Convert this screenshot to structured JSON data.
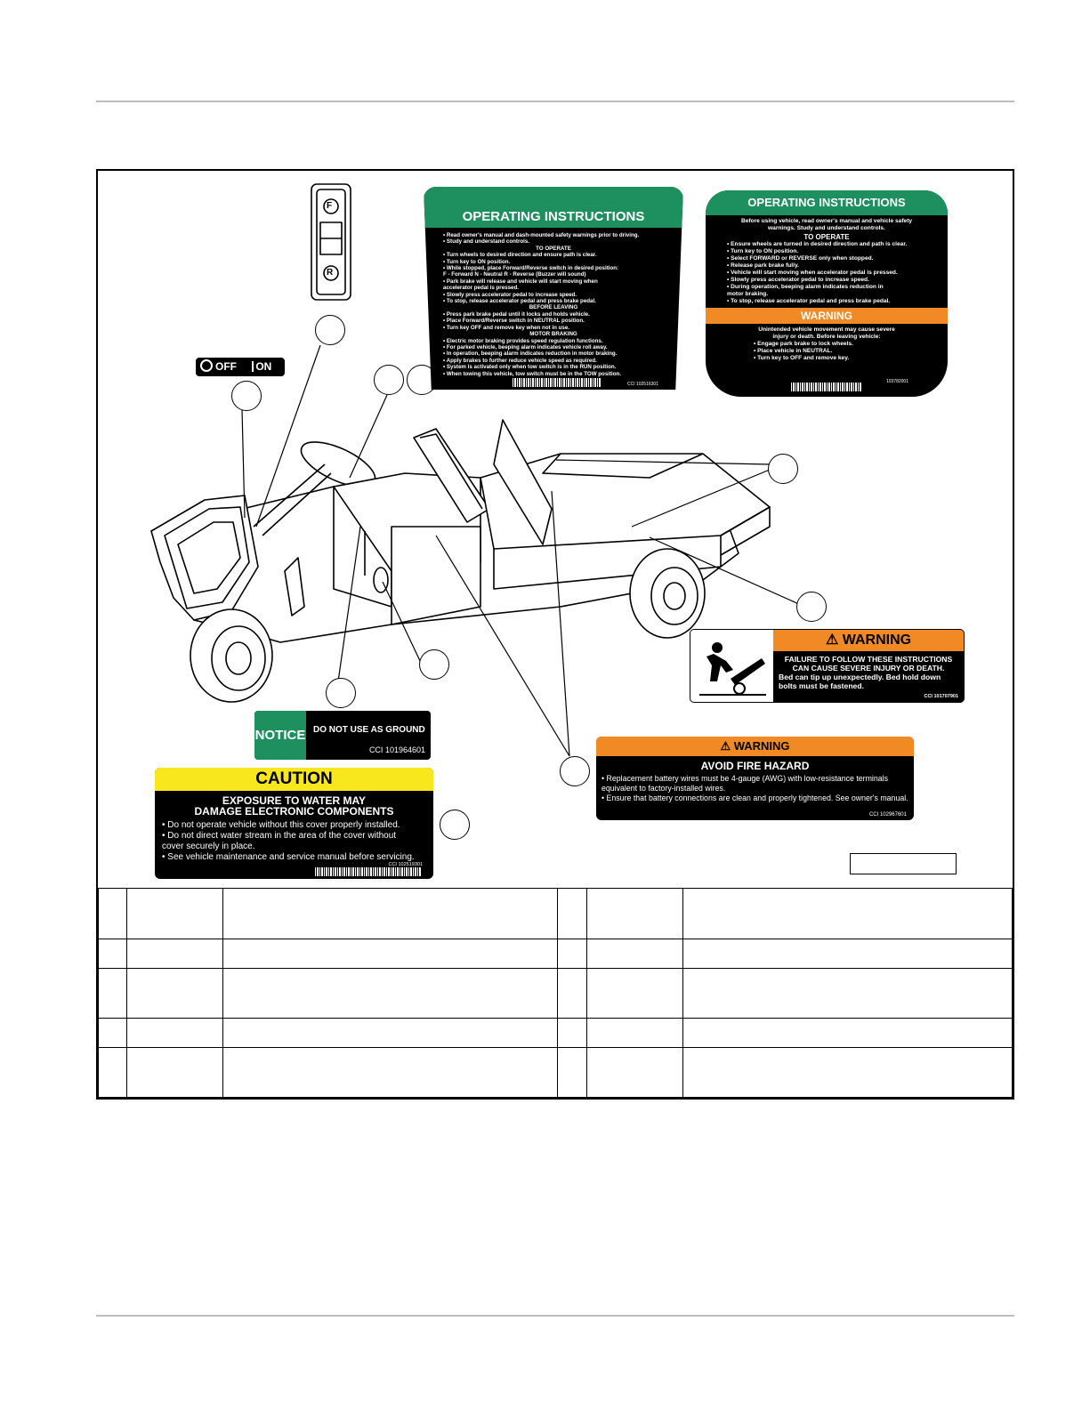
{
  "decals": {
    "offon": {
      "off": "OFF",
      "on": "ON"
    },
    "op1": {
      "title": "OPERATING INSTRUCTIONS",
      "lines": [
        "•  Read owner's manual and dash-mounted safety warnings prior to driving.",
        "•  Study and understand controls.",
        "TO OPERATE",
        "•  Turn wheels to desired direction and ensure path is clear.",
        "•  Turn key to ON position.",
        "•  While stopped, place Forward/Reverse switch in desired position:",
        "F - Forward     N - Neutral     R - Reverse (Buzzer will sound)",
        "•  Park brake will release and vehicle will start moving when",
        "   accelerator pedal is pressed.",
        "•  Slowly press accelerator pedal to increase speed.",
        "•  To stop, release accelerator pedal and press brake pedal.",
        "BEFORE LEAVING",
        "•  Press park brake pedal until it locks and holds vehicle.",
        "•  Place Forward/Reverse switch in NEUTRAL position.",
        "•  Turn key OFF and remove key when not in use.",
        "MOTOR BRAKING",
        "•  Electric motor braking provides speed regulation functions.",
        "•  For parked vehicle, beeping alarm indicates vehicle roll away.",
        "•  In operation, beeping alarm indicates reduction in motor braking.",
        "•  Apply brakes to further reduce vehicle speed as required.",
        "•  System is activated only when tow switch is in the RUN position.",
        "•  When towing this vehicle, tow switch must be in the TOW position."
      ],
      "code": "CCI 102516301"
    },
    "op2": {
      "title": "OPERATING INSTRUCTIONS",
      "intro": "Before using vehicle, read owner's manual and vehicle safety warnings. Study and understand controls.",
      "section": "TO OPERATE",
      "lines": [
        "•  Ensure wheels are turned in desired direction and path is clear.",
        "•  Turn key to ON position.",
        "•  Select FORWARD or REVERSE only when stopped.",
        "•  Release park brake fully.",
        "•  Vehicle will start moving when accelerator pedal is pressed.",
        "•  Slowly press accelerator pedal to increase speed.",
        "•  During operation, beeping alarm indicates reduction in",
        "   motor braking.",
        "•  To stop, release accelerator pedal and press brake pedal."
      ],
      "warning_title": "WARNING",
      "warning_lines": [
        "Unintended vehicle movement may cause severe",
        "injury or death.  Before leaving vehicle:",
        "•  Engage park brake to lock wheels.",
        "•  Place vehicle in NEUTRAL.",
        "•  Turn key to OFF and remove key."
      ],
      "code": "103782001"
    },
    "bed_warning": {
      "title": "WARNING",
      "line1": "FAILURE TO FOLLOW THESE INSTRUCTIONS",
      "line2": "CAN CAUSE SEVERE INJURY OR DEATH.",
      "line3": "Bed can tip up unexpectedly. Bed hold down",
      "line4": "bolts must be fastened.",
      "code": "CCI 101707901"
    },
    "notice": {
      "tag": "NOTICE",
      "text": "DO NOT USE AS GROUND",
      "code": "CCI 101964601"
    },
    "caution": {
      "title": "CAUTION",
      "subtitle1": "EXPOSURE TO WATER MAY",
      "subtitle2": "DAMAGE ELECTRONIC COMPONENTS",
      "lines": [
        "• Do not operate vehicle without this cover properly installed.",
        "• Do not direct water stream in the area of the cover without",
        "   cover securely in place.",
        "• See vehicle maintenance and service manual before servicing."
      ],
      "code": "CCI 102519301"
    },
    "fire_warning": {
      "title": "WARNING",
      "subtitle": "AVOID FIRE HAZARD",
      "lines": [
        "• Replacement battery wires must be 4-gauge (AWG) with low-resistance terminals",
        "   equivalent to factory-installed wires.",
        "• Ensure that battery connections are clean and properly tightened. See owner's manual."
      ],
      "code": "CCI 102967601"
    },
    "switch": {
      "forward": "F",
      "reverse": "R"
    }
  },
  "colors": {
    "green": "#1e8f5f",
    "orange": "#f18a24",
    "yellow": "#f7e71c"
  }
}
